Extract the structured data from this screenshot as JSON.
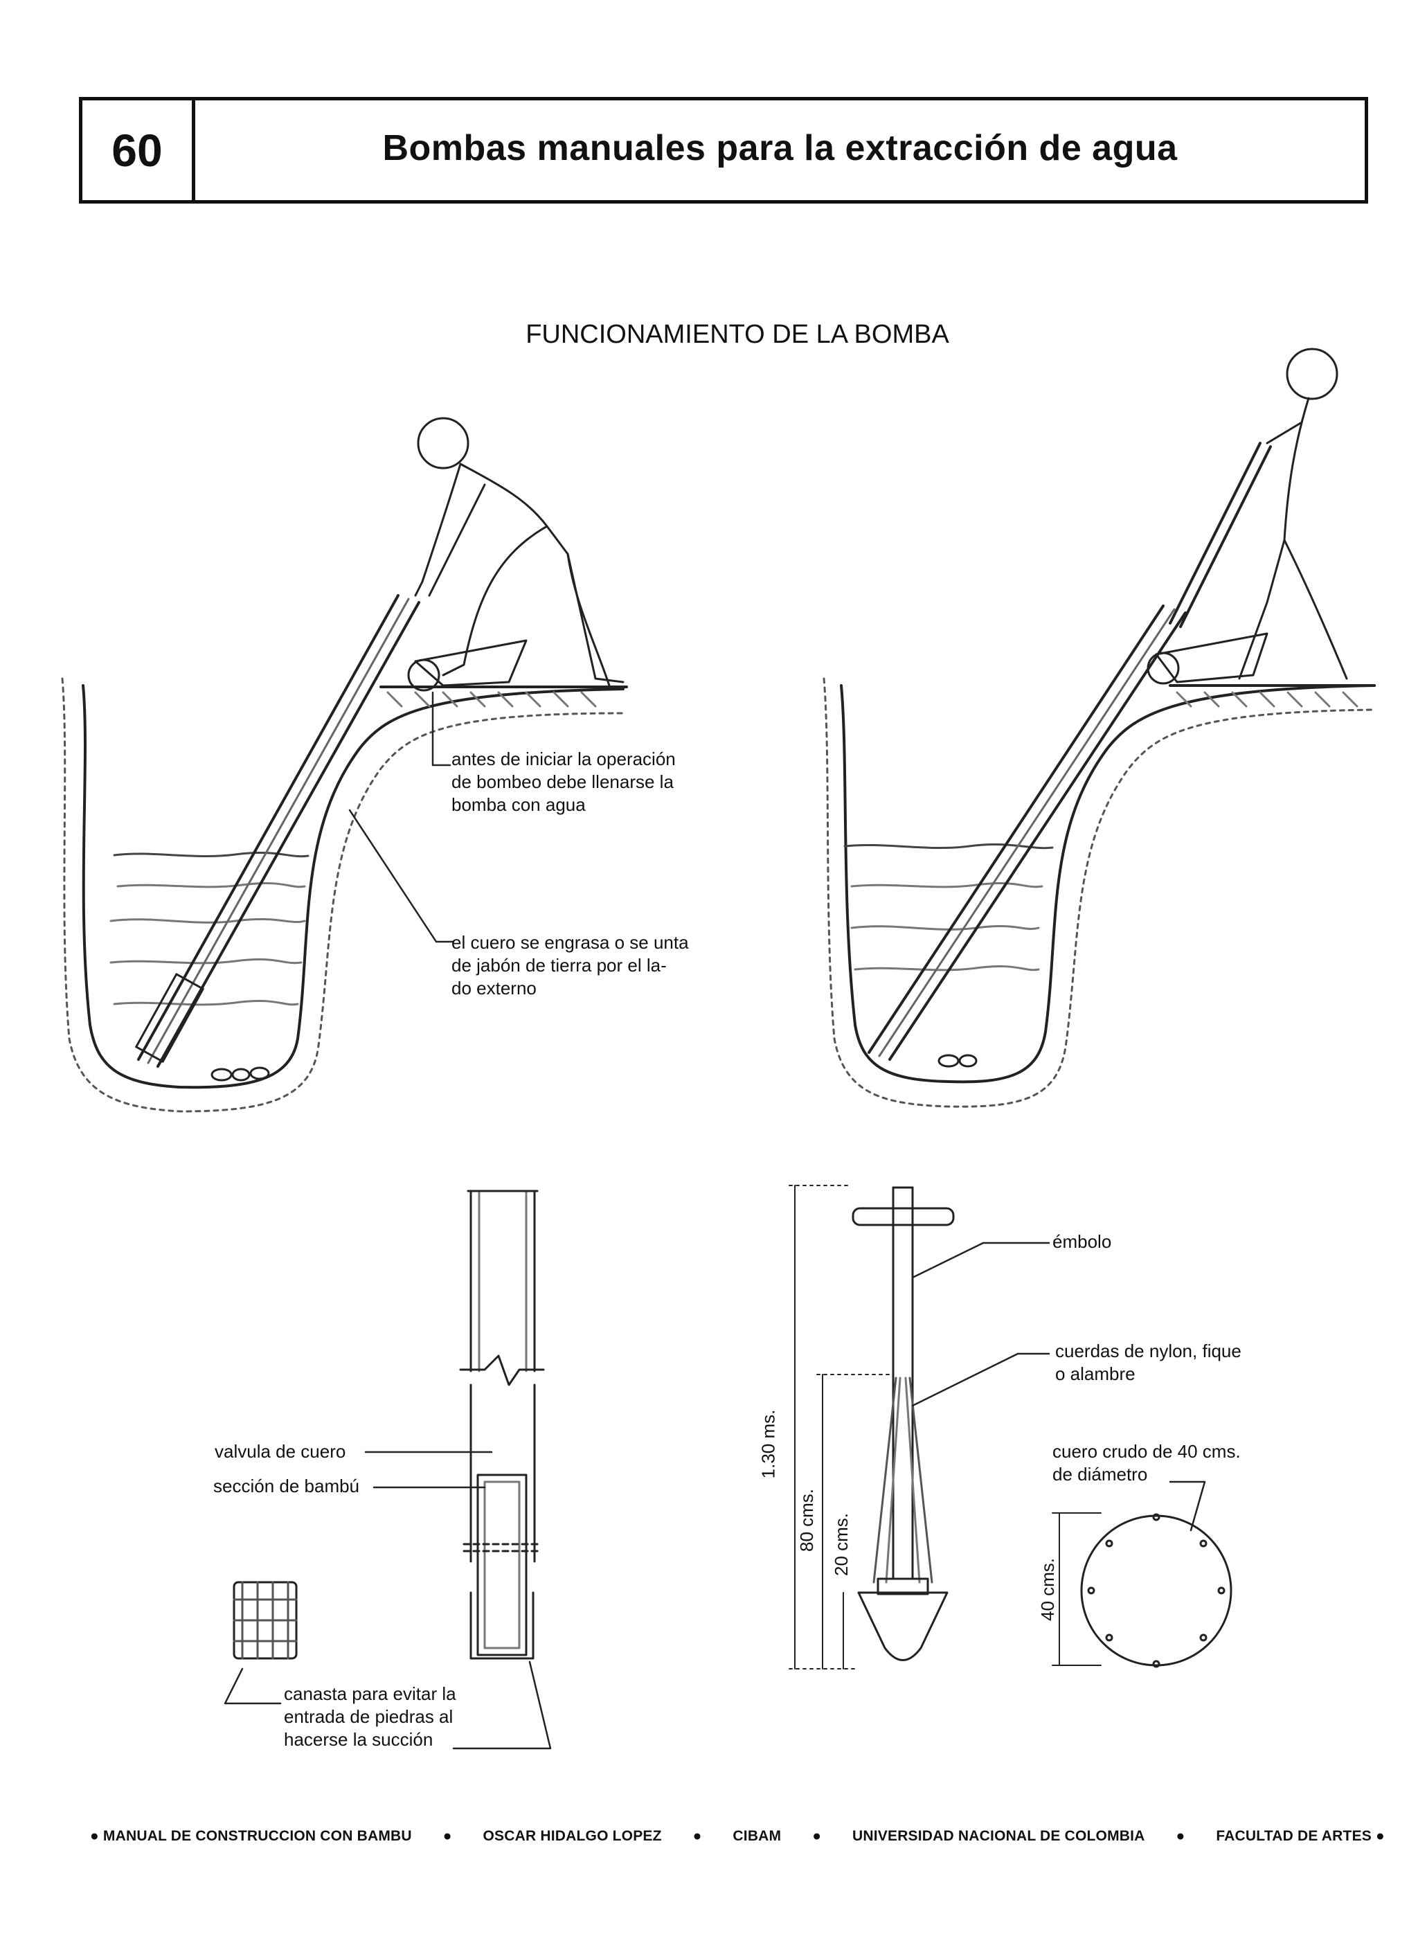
{
  "header": {
    "page_number": "60",
    "title": "Bombas manuales para la extracción de agua"
  },
  "section_title": "FUNCIONAMIENTO DE LA BOMBA",
  "callouts": {
    "fill_pump": "antes de iniciar la operación\nde bombeo debe llenarse la\nbomba con agua",
    "leather_grease": "el cuero se engrasa o se unta\nde jabón de tierra por el la-\ndo externo",
    "leather_valve": "valvula de cuero",
    "bamboo_section": "sección de bambú",
    "basket": "canasta para evitar la\nentrada de piedras al\nhacerse la succión",
    "plunger": "émbolo",
    "cords": "cuerdas de nylon, fique\no alambre",
    "raw_leather": "cuero crudo de 40 cms.\nde diámetro"
  },
  "dimensions": {
    "total_height": "1.30 ms.",
    "eighty": "80 cms.",
    "twenty": "20 cms.",
    "disc": "40 cms."
  },
  "footer": [
    "● MANUAL DE CONSTRUCCION CON BAMBU",
    "●",
    "OSCAR HIDALGO LOPEZ",
    "●",
    "CIBAM",
    "●",
    "UNIVERSIDAD NACIONAL DE COLOMBIA",
    "●",
    "FACULTAD DE ARTES ●"
  ]
}
